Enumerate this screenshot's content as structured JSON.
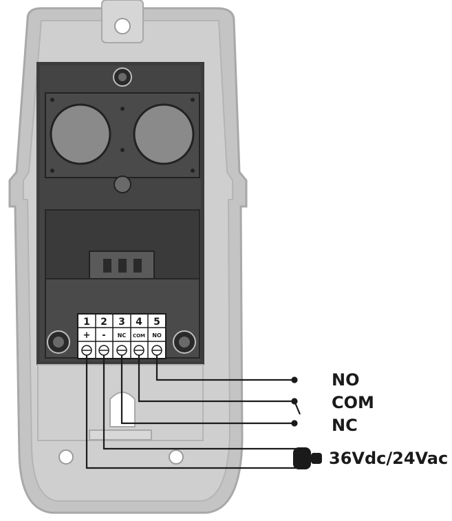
{
  "terminals": [
    {
      "number": "1",
      "symbol": "+"
    },
    {
      "number": "2",
      "symbol": "-"
    },
    {
      "number": "3",
      "symbol": "NC"
    },
    {
      "number": "4",
      "symbol": "COM"
    },
    {
      "number": "5",
      "symbol": "NO"
    }
  ],
  "wire_labels": {
    "no": "NO",
    "com": "COM",
    "nc": "NC",
    "power": "36Vdc/24Vac"
  },
  "colors": {
    "housing": "#c4c4c4",
    "housing_edge": "#a8a8a8",
    "panel": "#3c3c3c",
    "panel_light": "#5a5a5a",
    "lens": "#8a8a8a",
    "wire": "#1a1a1a"
  }
}
